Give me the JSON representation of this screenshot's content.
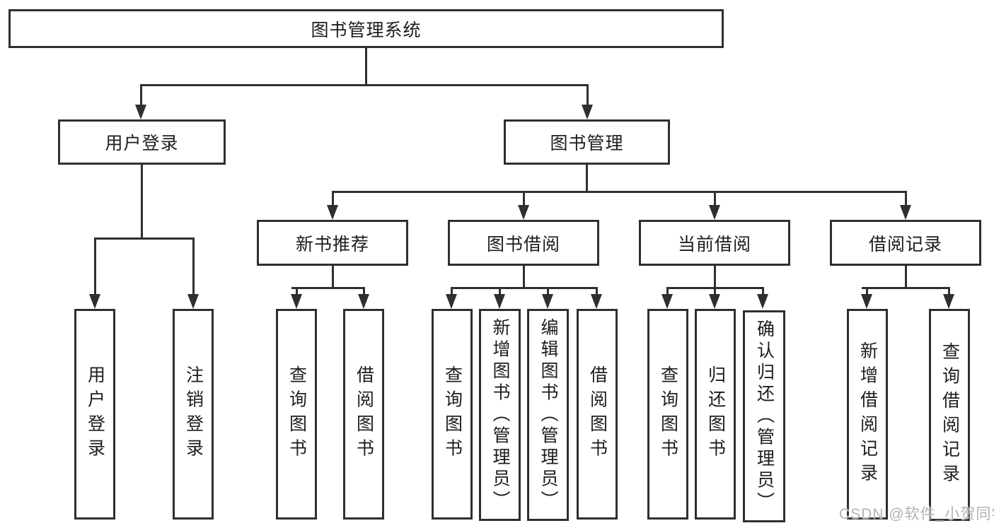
{
  "colors": {
    "line": "#2f2f2f",
    "text": "#1d1d1f",
    "background": "#ffffff",
    "watermark": "#b2b2b6"
  },
  "nodes": {
    "root": "图书管理系统",
    "l2": [
      "用户登录",
      "图书管理"
    ],
    "l3": [
      "新书推荐",
      "图书借阅",
      "当前借阅",
      "借阅记录"
    ],
    "leaves": [
      "用户登录",
      "注销登录",
      "查询图书",
      "借阅图书",
      "查询图书",
      "新增图书（管理员）",
      "编辑图书（管理员）",
      "借阅图书",
      "查询图书",
      "归还图书",
      "确认归还（管理员）",
      "新增借阅记录",
      "查询借阅记录"
    ]
  },
  "watermark": {
    "text": "CSDN @软件_小贺同学"
  }
}
